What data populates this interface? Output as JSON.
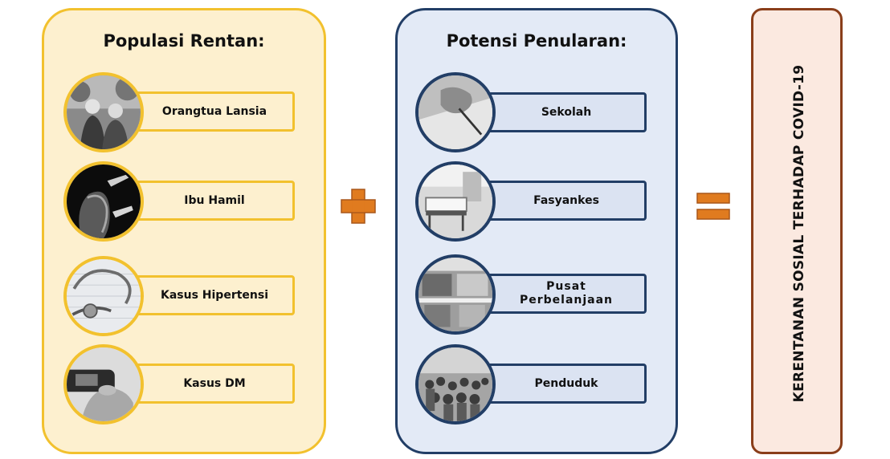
{
  "left_panel": {
    "title": "Populasi Rentan:",
    "items": [
      {
        "label": "Orangtua Lansia",
        "image_icon": "elderly-couple-icon"
      },
      {
        "label": "Ibu Hamil",
        "image_icon": "pregnant-woman-icon"
      },
      {
        "label": "Kasus Hipertensi",
        "image_icon": "stethoscope-icon"
      },
      {
        "label": "Kasus DM",
        "image_icon": "glucose-meter-icon"
      }
    ]
  },
  "operator_plus": "+",
  "middle_panel": {
    "title": "Potensi Penularan:",
    "items": [
      {
        "label": "Sekolah",
        "image_icon": "writing-hand-icon"
      },
      {
        "label": "Fasyankes",
        "image_icon": "hospital-ward-icon"
      },
      {
        "label": "Pusat\nPerbelanjaan",
        "image_icon": "shopping-mall-icon"
      },
      {
        "label": "Penduduk",
        "image_icon": "crowd-icon"
      }
    ]
  },
  "operator_equals": "=",
  "result": {
    "label": "KERENTANAN SOSIAL TERHADAP COVID-19"
  },
  "colors": {
    "left_accent": "#f2c12e",
    "left_fill": "#fdf0cf",
    "middle_accent": "#223e66",
    "middle_fill": "#e3eaf6",
    "operator": "#e07b1f",
    "result_border": "#8a3e1a"
  }
}
